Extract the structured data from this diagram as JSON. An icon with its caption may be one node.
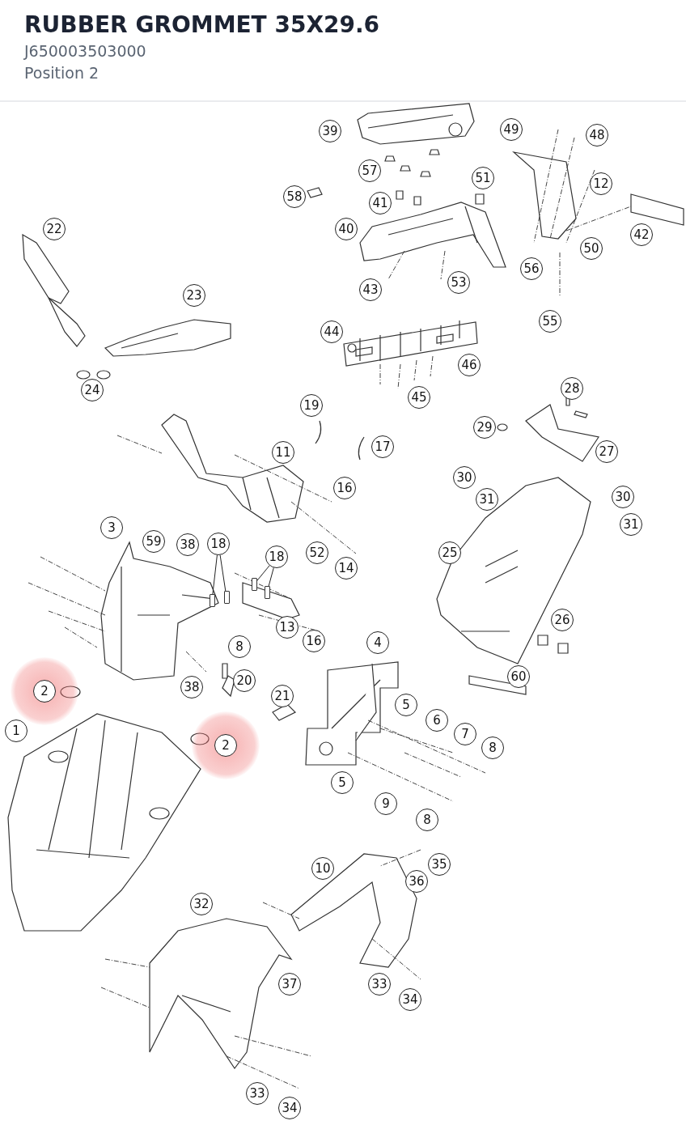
{
  "diagram": {
    "title": "RUBBER GROMMET 35X29.6",
    "nodes": [
      {
        "text": [
          "39"
        ]
      },
      {
        "text": [
          "49"
        ]
      },
      {
        "text": [
          "48"
        ]
      },
      {
        "text": [
          "57"
        ]
      },
      {
        "text": [
          "51"
        ]
      },
      {
        "text": [
          "12"
        ]
      },
      {
        "text": [
          "58"
        ]
      },
      {
        "text": [
          "41"
        ]
      },
      {
        "text": [
          "22"
        ]
      },
      {
        "text": [
          "40"
        ]
      },
      {
        "text": [
          "42"
        ]
      },
      {
        "text": [
          "50"
        ]
      },
      {
        "text": [
          "56"
        ]
      },
      {
        "text": [
          "53"
        ]
      },
      {
        "text": [
          "43"
        ]
      },
      {
        "text": [
          "23"
        ]
      },
      {
        "text": [
          "55"
        ]
      },
      {
        "text": [
          "44"
        ]
      },
      {
        "text": [
          "46"
        ]
      },
      {
        "text": [
          "28"
        ]
      },
      {
        "text": [
          "24"
        ]
      },
      {
        "text": [
          "45"
        ]
      },
      {
        "text": [
          "19"
        ]
      },
      {
        "text": [
          "29"
        ]
      },
      {
        "text": [
          "17"
        ]
      },
      {
        "text": [
          "27"
        ]
      },
      {
        "text": [
          "11"
        ]
      },
      {
        "text": [
          "30"
        ]
      },
      {
        "text": [
          "16"
        ]
      },
      {
        "text": [
          "30"
        ]
      },
      {
        "text": [
          "31"
        ]
      },
      {
        "text": [
          "31"
        ]
      },
      {
        "text": [
          "3"
        ]
      },
      {
        "text": [
          "59"
        ]
      },
      {
        "text": [
          "38"
        ]
      },
      {
        "text": [
          "18"
        ]
      },
      {
        "text": [
          "25"
        ]
      },
      {
        "text": [
          "52"
        ]
      },
      {
        "text": [
          "18"
        ]
      },
      {
        "text": [
          "14"
        ]
      },
      {
        "text": [
          "26"
        ]
      },
      {
        "text": [
          "13"
        ]
      },
      {
        "text": [
          "16"
        ]
      },
      {
        "text": [
          "4"
        ]
      },
      {
        "text": [
          "8"
        ]
      },
      {
        "text": [
          "60"
        ]
      },
      {
        "text": [
          "20"
        ]
      },
      {
        "text": [
          "38"
        ]
      },
      {
        "text": [
          "2"
        ]
      },
      {
        "text": [
          "21"
        ]
      },
      {
        "text": [
          "5"
        ]
      },
      {
        "text": [
          "6"
        ]
      },
      {
        "text": [
          "1"
        ]
      },
      {
        "text": [
          "7"
        ]
      },
      {
        "text": [
          "2"
        ]
      },
      {
        "text": [
          "8"
        ]
      },
      {
        "text": [
          "5"
        ]
      },
      {
        "text": [
          "9"
        ]
      },
      {
        "text": [
          "8"
        ]
      },
      {
        "text": [
          "35"
        ]
      },
      {
        "text": [
          "10"
        ]
      },
      {
        "text": [
          "36"
        ]
      },
      {
        "text": [
          "32"
        ]
      },
      {
        "text": [
          "37"
        ]
      },
      {
        "text": [
          "33"
        ]
      },
      {
        "text": [
          "34"
        ]
      },
      {
        "text": [
          "33"
        ]
      },
      {
        "text": [
          "34"
        ]
      },
      {
        "text": [],
        "shape": "screw"
      },
      {
        "text": [],
        "shape": "screw"
      },
      {
        "text": [],
        "shape": "screw"
      },
      {
        "text": [],
        "shape": "screw"
      }
    ],
    "edges": [
      {
        "from": 35,
        "to": 68,
        "arrow": "none"
      },
      {
        "from": 35,
        "to": 69,
        "arrow": "none"
      },
      {
        "from": 38,
        "to": 70,
        "arrow": "none"
      },
      {
        "from": 38,
        "to": 71,
        "arrow": "none"
      }
    ],
    "labels": [
      "J650003503000",
      "Position 2"
    ]
  }
}
